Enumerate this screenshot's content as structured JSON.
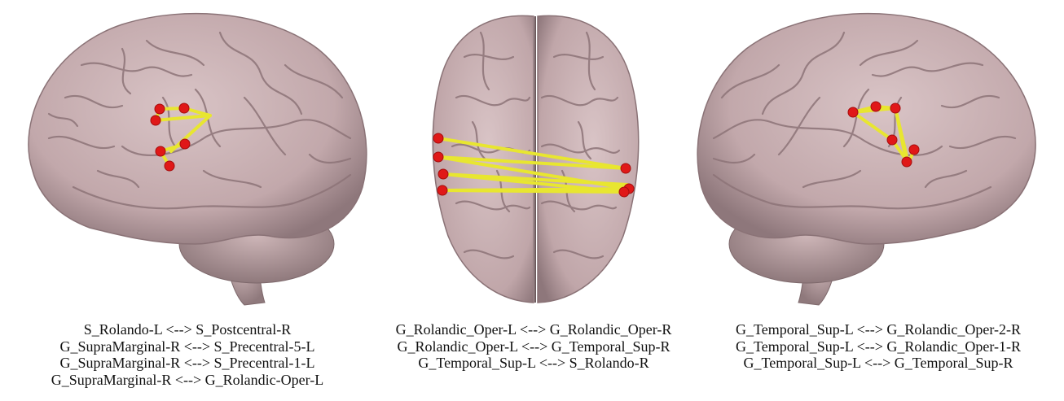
{
  "figure": {
    "panels": [
      {
        "view": "left-lateral",
        "caption": [
          "S_Rolando-L <--> S_Postcentral-R",
          "G_SupraMarginal-R <--> S_Precentral-5-L",
          "G_SupraMarginal-R <--> S_Precentral-1-L",
          "G_SupraMarginal-R <--> G_Rolandic-Oper-L"
        ]
      },
      {
        "view": "posterior",
        "caption": [
          "G_Rolandic_Oper-L <--> G_Rolandic_Oper-R",
          "G_Rolandic_Oper-L <--> G_Temporal_Sup-R",
          "G_Temporal_Sup-L <--> S_Rolando-R"
        ]
      },
      {
        "view": "right-lateral",
        "caption": [
          "G_Temporal_Sup-L <--> G_Rolandic_Oper-2-R",
          "G_Temporal_Sup-L <--> G_Rolandic_Oper-1-R",
          "G_Temporal_Sup-L <--> G_Temporal_Sup-R"
        ]
      }
    ],
    "colors": {
      "brain": "#c7aeb1",
      "brain_shadow": "#9c8387",
      "node": "#e01818",
      "edge": "#e8e630"
    }
  }
}
